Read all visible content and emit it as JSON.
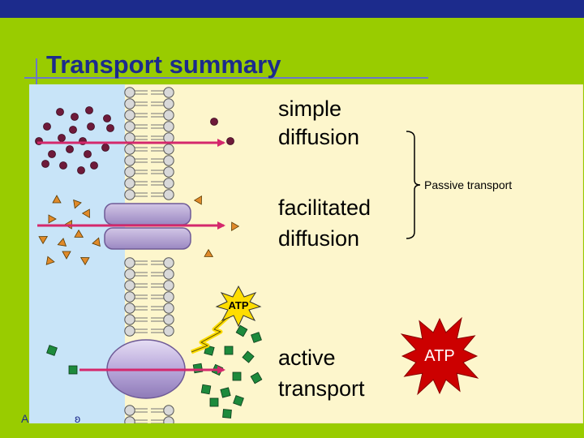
{
  "slide": {
    "title": "Transport summary",
    "footer": "A"
  },
  "diagram": {
    "labels": {
      "simple_1": "simple",
      "simple_2": "diffusion",
      "facilitated_1": "facilitated",
      "facilitated_2": "diffusion",
      "active_1": "active",
      "active_2": "transport",
      "passive": "Passive transport",
      "atp_small": "ATP",
      "atp_big": "ATP"
    },
    "colors": {
      "extracellular": "#c8e4f8",
      "intracellular": "#fdf6cc",
      "arrow": "#d4286c",
      "molecule_circle": "#6e1a3a",
      "molecule_triangle": "#e08a2a",
      "molecule_square": "#1d8a3c",
      "channel_protein": "#b5a3cf",
      "pump_protein": "#c3b4e0",
      "atp_burst_small": "#ffdd00",
      "atp_burst_big": "#cc0000"
    }
  }
}
